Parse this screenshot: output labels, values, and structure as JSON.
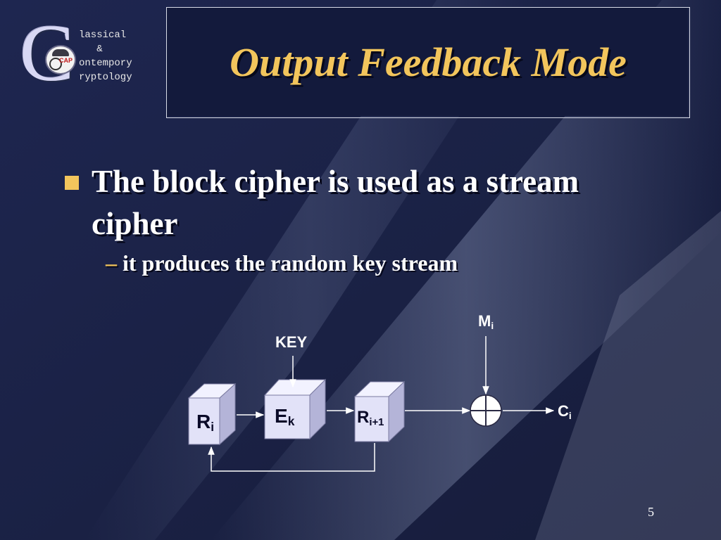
{
  "logo": {
    "initial": "C",
    "badge_text": "CAP",
    "lines": [
      "lassical",
      "   &",
      "ontempory",
      "ryptology"
    ]
  },
  "slide": {
    "title": "Output Feedback Mode",
    "bullet": "The block cipher is used as a stream cipher",
    "subbullet_dash": "–",
    "subbullet": "it produces the random key stream",
    "page_number": "5"
  },
  "diagram": {
    "key_label": "KEY",
    "blocks": [
      {
        "main": "R",
        "sub": "i"
      },
      {
        "main": "E",
        "sub": "k"
      },
      {
        "main": "R",
        "sub": "i+1"
      }
    ],
    "message_label": {
      "main": "M",
      "sub": "i"
    },
    "cipher_label": {
      "main": "C",
      "sub": "i"
    }
  },
  "colors": {
    "background": "#1b2248",
    "title": "#f2c55c",
    "bullet_square": "#f2c55c",
    "box_face": "#e2e2f8",
    "box_top": "#f2f2ff",
    "box_side": "#b4b4d8"
  }
}
